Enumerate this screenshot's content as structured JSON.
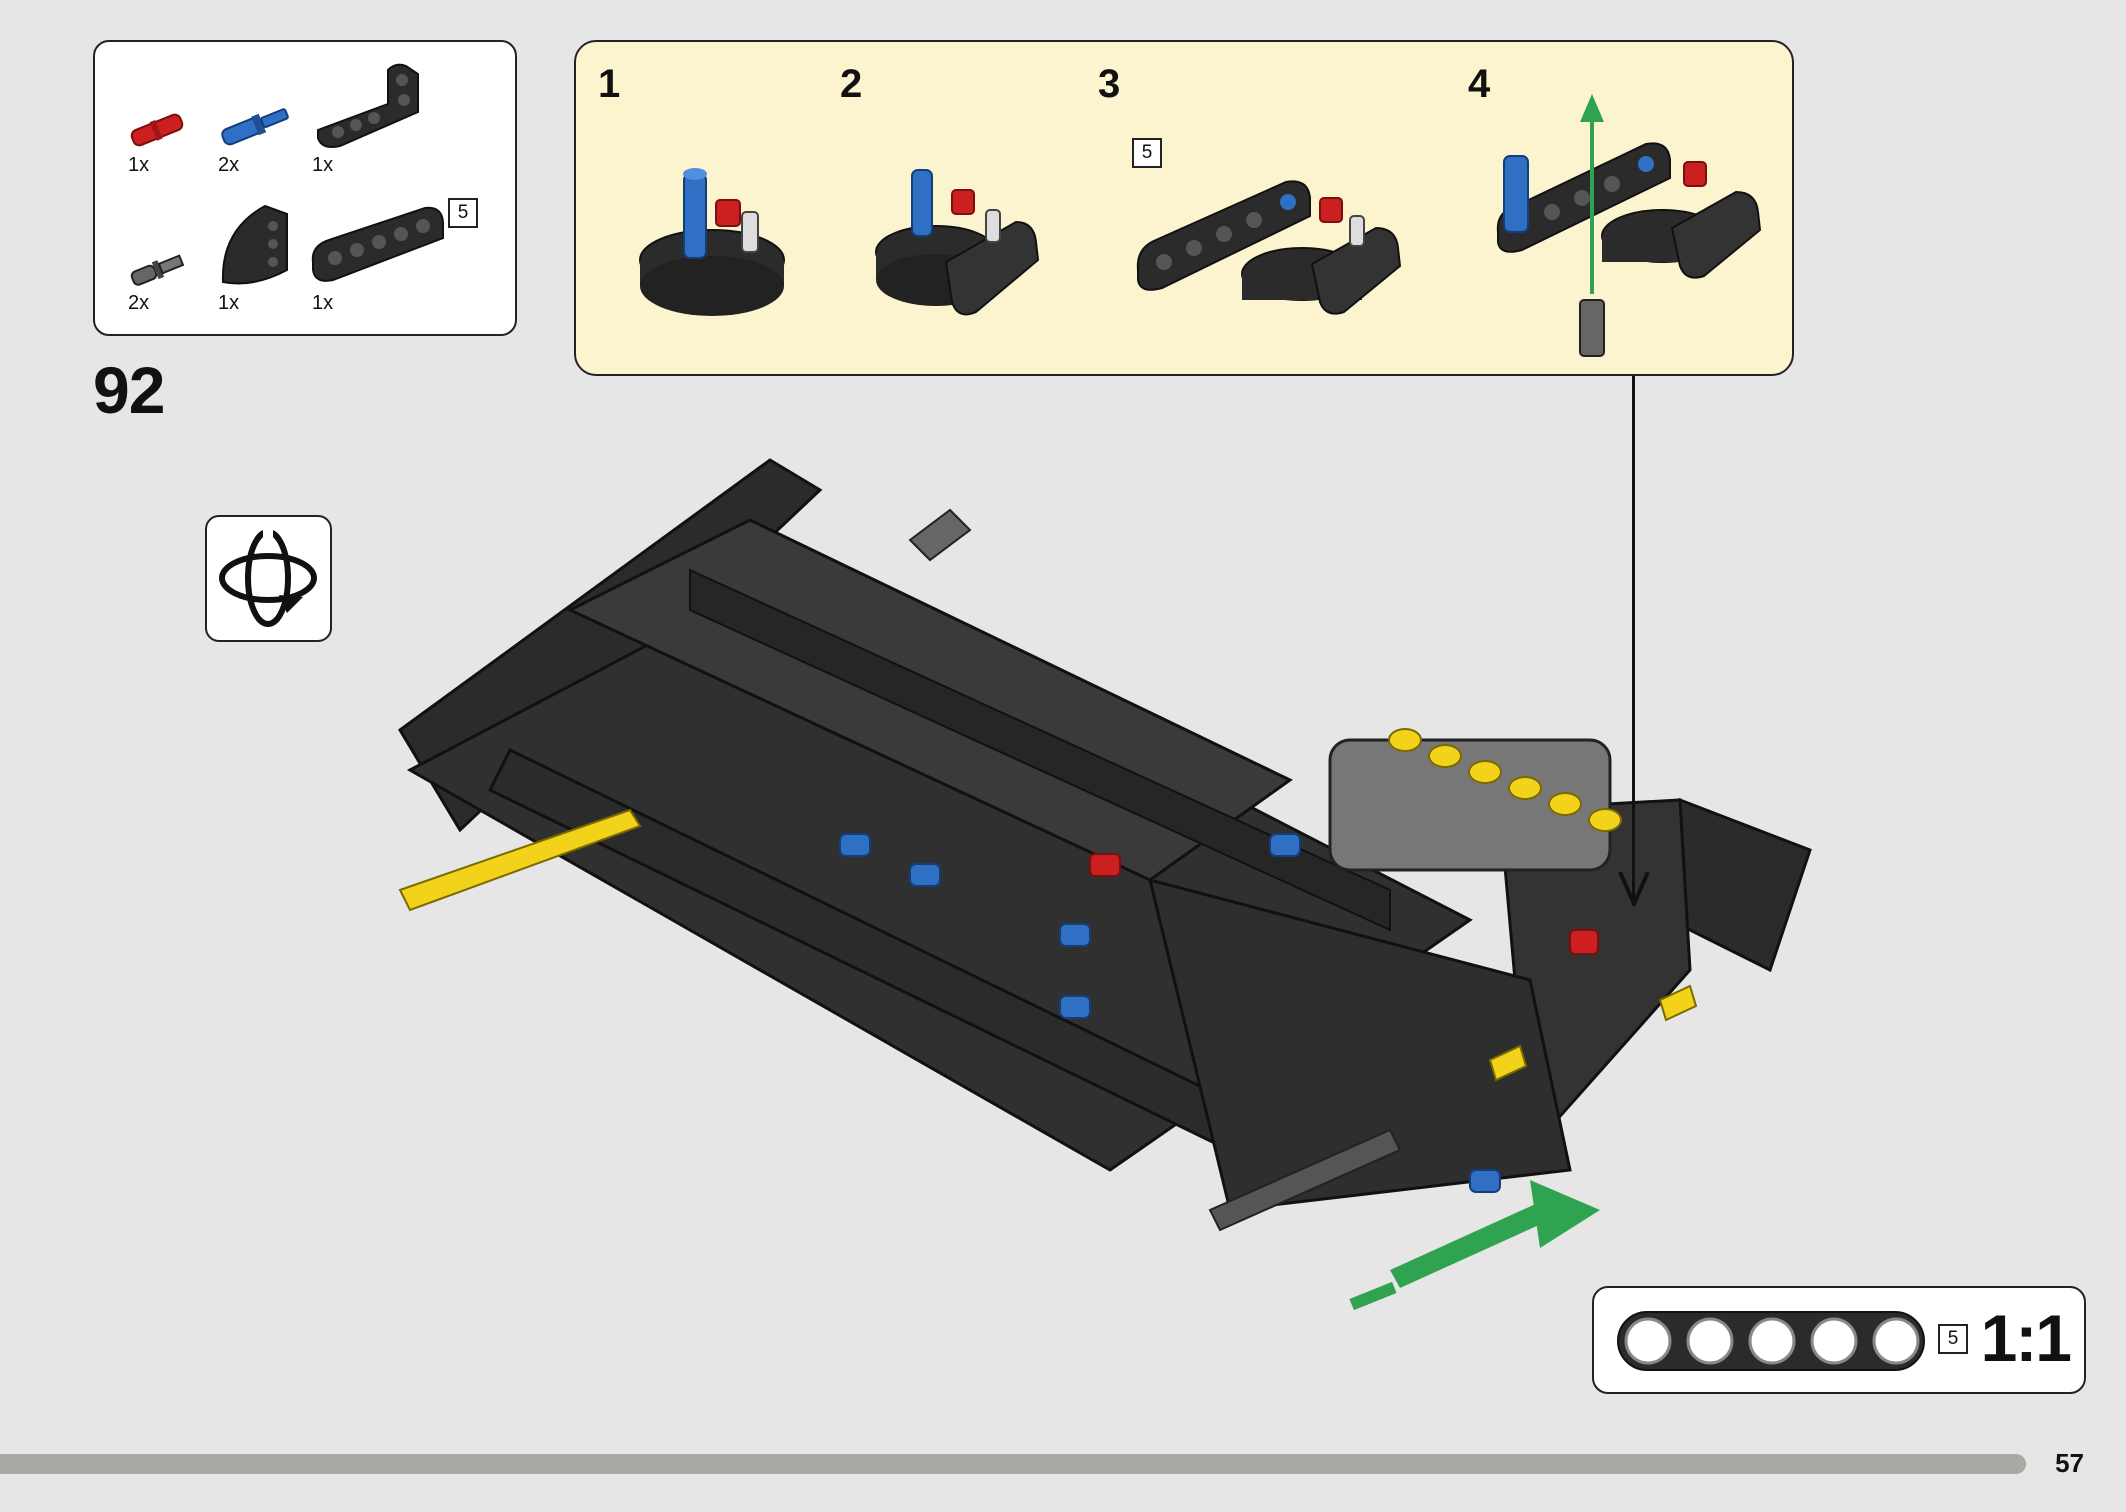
{
  "step": {
    "number": "92"
  },
  "parts_list": {
    "items": [
      {
        "name": "red-pin-connector",
        "quantity": "1x",
        "color": "#cc1f1f"
      },
      {
        "name": "blue-axle-pin",
        "quantity": "2x",
        "color": "#2f6fc4"
      },
      {
        "name": "black-angled-beam",
        "quantity": "1x",
        "color": "#2b2b2b"
      },
      {
        "name": "dark-gray-axle-connector",
        "quantity": "2x",
        "color": "#555555"
      },
      {
        "name": "black-curved-panel",
        "quantity": "1x",
        "color": "#2b2b2b"
      },
      {
        "name": "black-beam-5",
        "quantity": "1x",
        "color": "#2b2b2b",
        "length_label": "5"
      }
    ]
  },
  "substeps": [
    {
      "number": "1"
    },
    {
      "number": "2"
    },
    {
      "number": "3",
      "length_label": "5"
    },
    {
      "number": "4"
    }
  ],
  "rotate_icon": {
    "name": "rotate-model-icon"
  },
  "scale_reference": {
    "length_label": "5",
    "scale": "1:1"
  },
  "page": {
    "number": "57"
  },
  "colors": {
    "page_background": "#e6e6e6",
    "substep_background": "#fbf4cf",
    "beam_black": "#2b2b2b",
    "pin_blue": "#2f6fc4",
    "pin_red": "#cc1f1f",
    "axle_yellow": "#f2d21a",
    "arrow_green": "#2fa34f",
    "progress_bar": "#aaa8a4"
  }
}
